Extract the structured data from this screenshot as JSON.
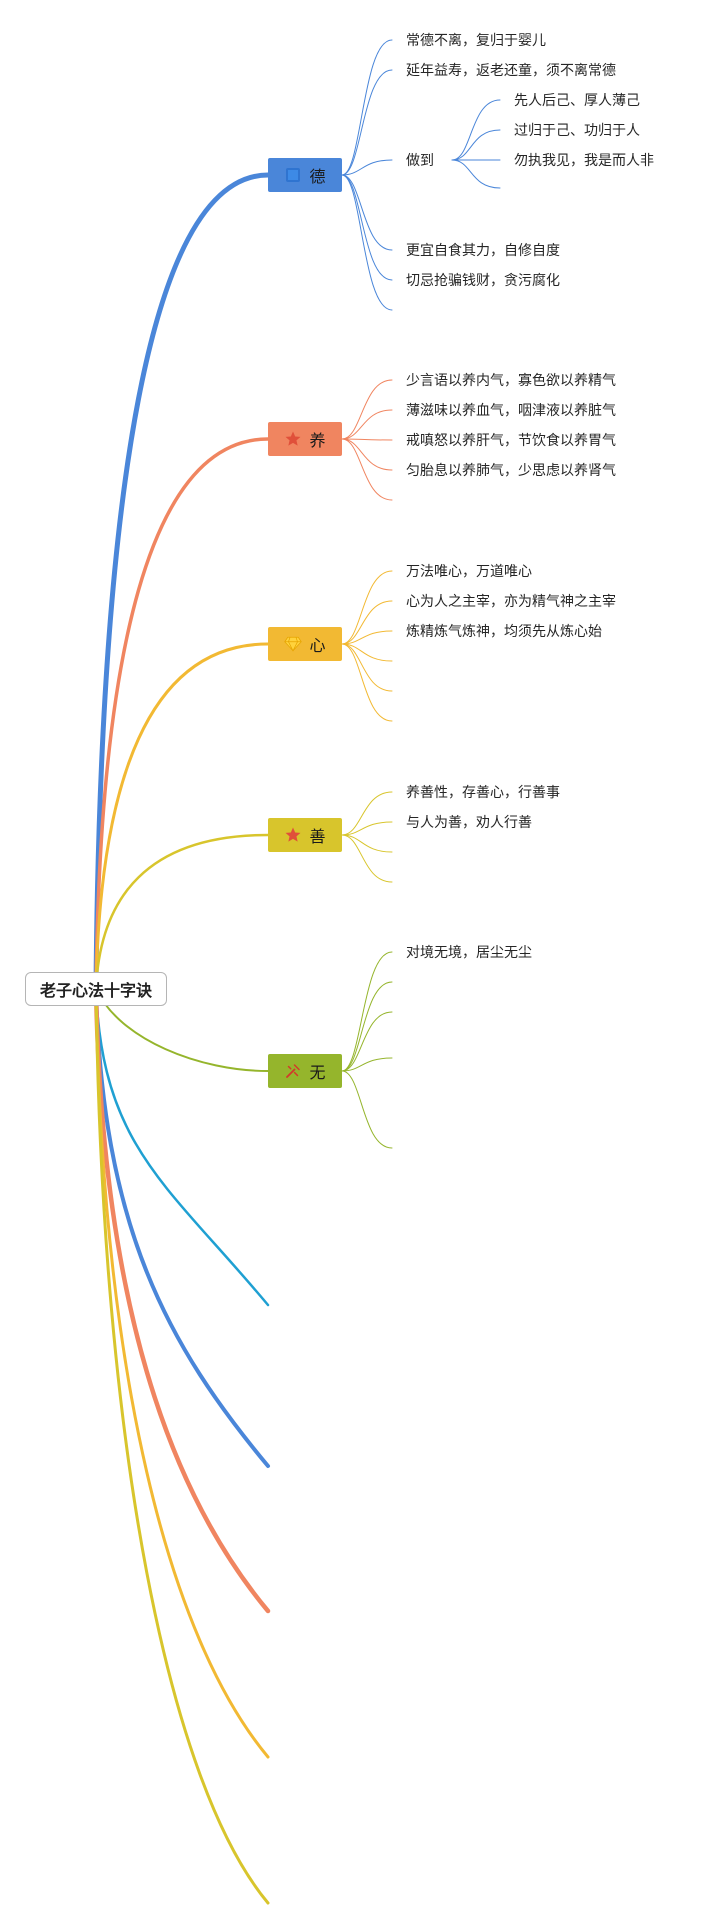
{
  "root": {
    "label": "老子心法十字诀"
  },
  "branches": [
    {
      "label": "德",
      "color": "#4a86d9",
      "icon": "blue-square-icon",
      "leaves": [
        "常德不离，复归于婴儿",
        "延年益寿，返老还童，须不离常德",
        "做到",
        "更宜自食其力，自修自度",
        "切忌抢骗钱财，贪污腐化"
      ],
      "sub_leaves": [
        "先人后己、厚人薄己",
        "过归于己、功归于人",
        "勿执我见，我是而人非"
      ]
    },
    {
      "label": "养",
      "color": "#f08560",
      "icon": "star-icon",
      "leaves": [
        "少言语以养内气，寡色欲以养精气",
        "薄滋味以养血气，咽津液以养脏气",
        "戒嗔怒以养肝气，节饮食以养胃气",
        "匀胎息以养肺气，少思虑以养肾气"
      ]
    },
    {
      "label": "心",
      "color": "#f2b933",
      "icon": "diamond-icon",
      "leaves": [
        "万法唯心，万道唯心",
        "心为人之主宰，亦为精气神之主宰",
        "炼精炼气炼神，均须先从炼心始"
      ]
    },
    {
      "label": "善",
      "color": "#d8c52c",
      "icon": "star-icon",
      "leaves": [
        "养善性，存善心，行善事",
        "与人为善，劝人行善"
      ]
    },
    {
      "label": "无",
      "color": "#95b52c",
      "icon": "tools-icon",
      "leaves": [
        "对境无境，居尘无尘"
      ]
    }
  ],
  "empty_branch_colors": [
    "#1fa0d2",
    "#4a86d9",
    "#f08560",
    "#f2b933",
    "#d8c52c"
  ]
}
